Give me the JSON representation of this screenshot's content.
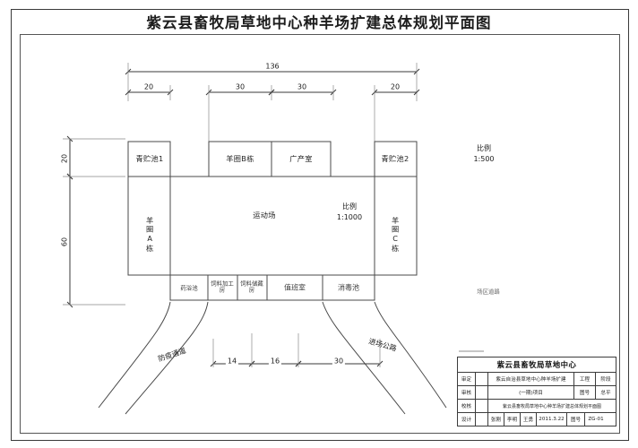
{
  "drawing": {
    "title": "紫云县畜牧局草地中心种羊场扩建总体规划平面图",
    "scale_label": "比例",
    "scale_site": "1:500",
    "scale_yard": "1:1000"
  },
  "dimensions": {
    "total_top": "136",
    "top_segments": [
      "20",
      "30",
      "30",
      "20"
    ],
    "left_segments": [
      "20",
      "60"
    ],
    "bottom_segments": [
      "14",
      "16",
      "30"
    ]
  },
  "buildings": {
    "silo_1": "青贮池1",
    "silo_2": "青贮池2",
    "pen_b": "羊圈B栋",
    "broadcast_room": "广产室",
    "pen_a": "羊圈A栋",
    "pen_c": "羊圈C栋",
    "yard": "运动场",
    "dip_pool": "药浴池",
    "feed_processing": "饲料加工房",
    "feed_storage": "饲料储藏房",
    "duty_room": "值班室",
    "disinfect_pool": "消毒池"
  },
  "roads": {
    "left_road": "防疫通道",
    "right_road": "进场公路",
    "side_note": "场区道路"
  },
  "titleblock": {
    "header": "紫云县畜牧局草地中心",
    "rows": [
      {
        "key": "审定",
        "blank": "",
        "project": "紫云自治县草地中心种羊场扩建",
        "s1": "工程",
        "s2": "阶段"
      },
      {
        "key": "审核",
        "blank": "",
        "project": "(一期)项目",
        "s1": "图号",
        "s2": "总平"
      },
      {
        "key": "校核",
        "blank": "",
        "project": "紫云县畜牧局草地中心种羊场扩建总体规划平面图",
        "s1": "",
        "s2": ""
      },
      {
        "key": "设计",
        "blank": "",
        "sign_a": "张刚",
        "sign_b": "李明",
        "sign_c": "王勇",
        "date": "2011.3.22",
        "n1": "图号",
        "n2": "ZG-01"
      }
    ]
  }
}
